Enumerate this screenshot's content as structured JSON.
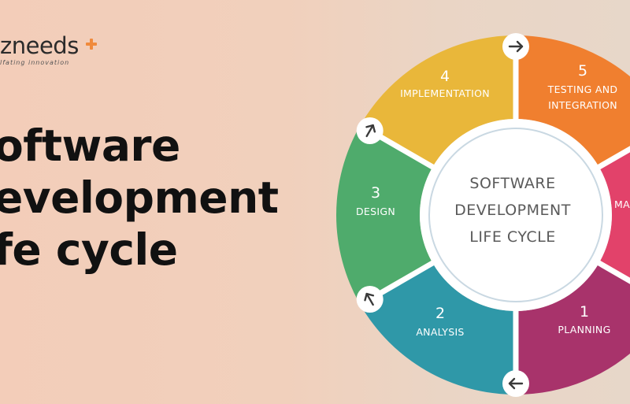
{
  "brand": {
    "name": "zneeds",
    "tagline": "lfating innovation"
  },
  "headline": {
    "lines": [
      "oftware",
      "evelopment",
      "fe cycle"
    ]
  },
  "diagram": {
    "center": {
      "lines": [
        "SOFTWARE",
        "DEVELOPMENT",
        "LIFE CYCLE"
      ]
    },
    "stages": [
      {
        "number": "1",
        "label": [
          "PLANNING"
        ],
        "color": "#a8336b"
      },
      {
        "number": "2",
        "label": [
          "ANALYSIS"
        ],
        "color": "#2f98a8"
      },
      {
        "number": "3",
        "label": [
          "DESIGN"
        ],
        "color": "#4fab6c"
      },
      {
        "number": "4",
        "label": [
          "IMPLEMENTATION"
        ],
        "color": "#e9b73a"
      },
      {
        "number": "5",
        "label": [
          "TESTING AND",
          "INTEGRATION"
        ],
        "color": "#f07f2f"
      },
      {
        "number": "",
        "label": [
          "MA"
        ],
        "color": "#e2426a"
      }
    ],
    "colors": {
      "gap": "#ffffff",
      "center_fill": "#ffffff",
      "center_ring": "#c9d8e2",
      "arrow_fill": "#ffffff",
      "arrow_stroke": "#3a3a3a"
    }
  }
}
